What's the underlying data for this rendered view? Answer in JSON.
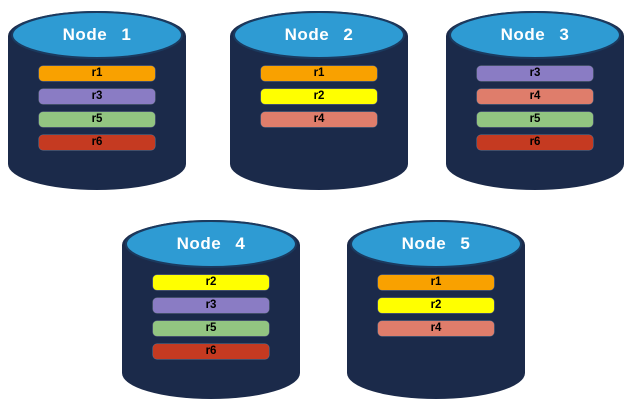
{
  "diagram": {
    "nodes": [
      {
        "label": "Node 1",
        "replicas": [
          {
            "label": "r1",
            "color": "#F9A100"
          },
          {
            "label": "r3",
            "color": "#8A7CC4"
          },
          {
            "label": "r5",
            "color": "#92C581"
          },
          {
            "label": "r6",
            "color": "#C53A21"
          }
        ]
      },
      {
        "label": "Node 2",
        "replicas": [
          {
            "label": "r1",
            "color": "#F9A100"
          },
          {
            "label": "r2",
            "color": "#FFFF00"
          },
          {
            "label": "r4",
            "color": "#DF7D6B"
          }
        ]
      },
      {
        "label": "Node 3",
        "replicas": [
          {
            "label": "r3",
            "color": "#8A7CC4"
          },
          {
            "label": "r4",
            "color": "#DF7D6B"
          },
          {
            "label": "r5",
            "color": "#92C581"
          },
          {
            "label": "r6",
            "color": "#C53A21"
          }
        ]
      },
      {
        "label": "Node 4",
        "replicas": [
          {
            "label": "r2",
            "color": "#FFFF00"
          },
          {
            "label": "r3",
            "color": "#8A7CC4"
          },
          {
            "label": "r5",
            "color": "#92C581"
          },
          {
            "label": "r6",
            "color": "#C53A21"
          }
        ]
      },
      {
        "label": "Node 5",
        "replicas": [
          {
            "label": "r1",
            "color": "#F9A100"
          },
          {
            "label": "r2",
            "color": "#FFFF00"
          },
          {
            "label": "r4",
            "color": "#DF7D6B"
          }
        ]
      }
    ],
    "colors": {
      "cylinder_body": "#1B2A4A",
      "cylinder_top": "#2E9BD3",
      "cylinder_top_outline": "#1B3A5F",
      "background": "#FFFFFF"
    }
  }
}
